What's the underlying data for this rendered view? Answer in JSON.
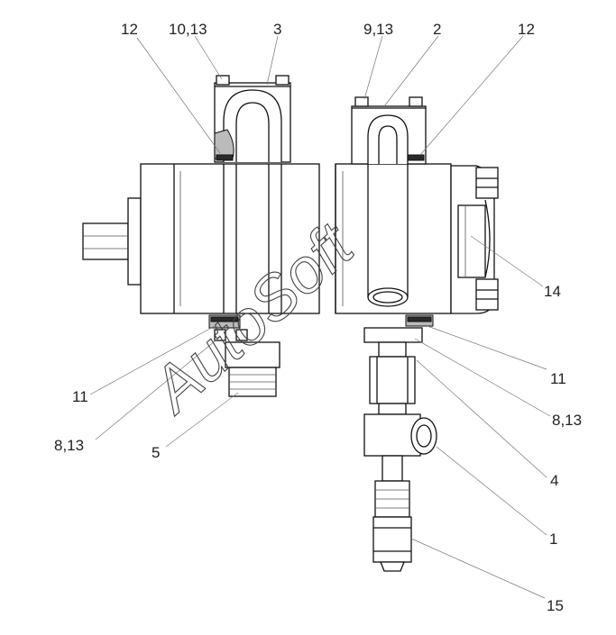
{
  "diagram": {
    "watermark": "AutoSoft",
    "callouts": [
      {
        "id": "c-12-left",
        "text": "12"
      },
      {
        "id": "c-10-13",
        "text": "10,13"
      },
      {
        "id": "c-3",
        "text": "3"
      },
      {
        "id": "c-9-13",
        "text": "9,13"
      },
      {
        "id": "c-2",
        "text": "2"
      },
      {
        "id": "c-12-right",
        "text": "12"
      },
      {
        "id": "c-14",
        "text": "14"
      },
      {
        "id": "c-11-right",
        "text": "11"
      },
      {
        "id": "c-8-13-right",
        "text": "8,13"
      },
      {
        "id": "c-4",
        "text": "4"
      },
      {
        "id": "c-1",
        "text": "1"
      },
      {
        "id": "c-15",
        "text": "15"
      },
      {
        "id": "c-11-left",
        "text": "11"
      },
      {
        "id": "c-8-13-left",
        "text": "8,13"
      },
      {
        "id": "c-5",
        "text": "5"
      }
    ]
  }
}
